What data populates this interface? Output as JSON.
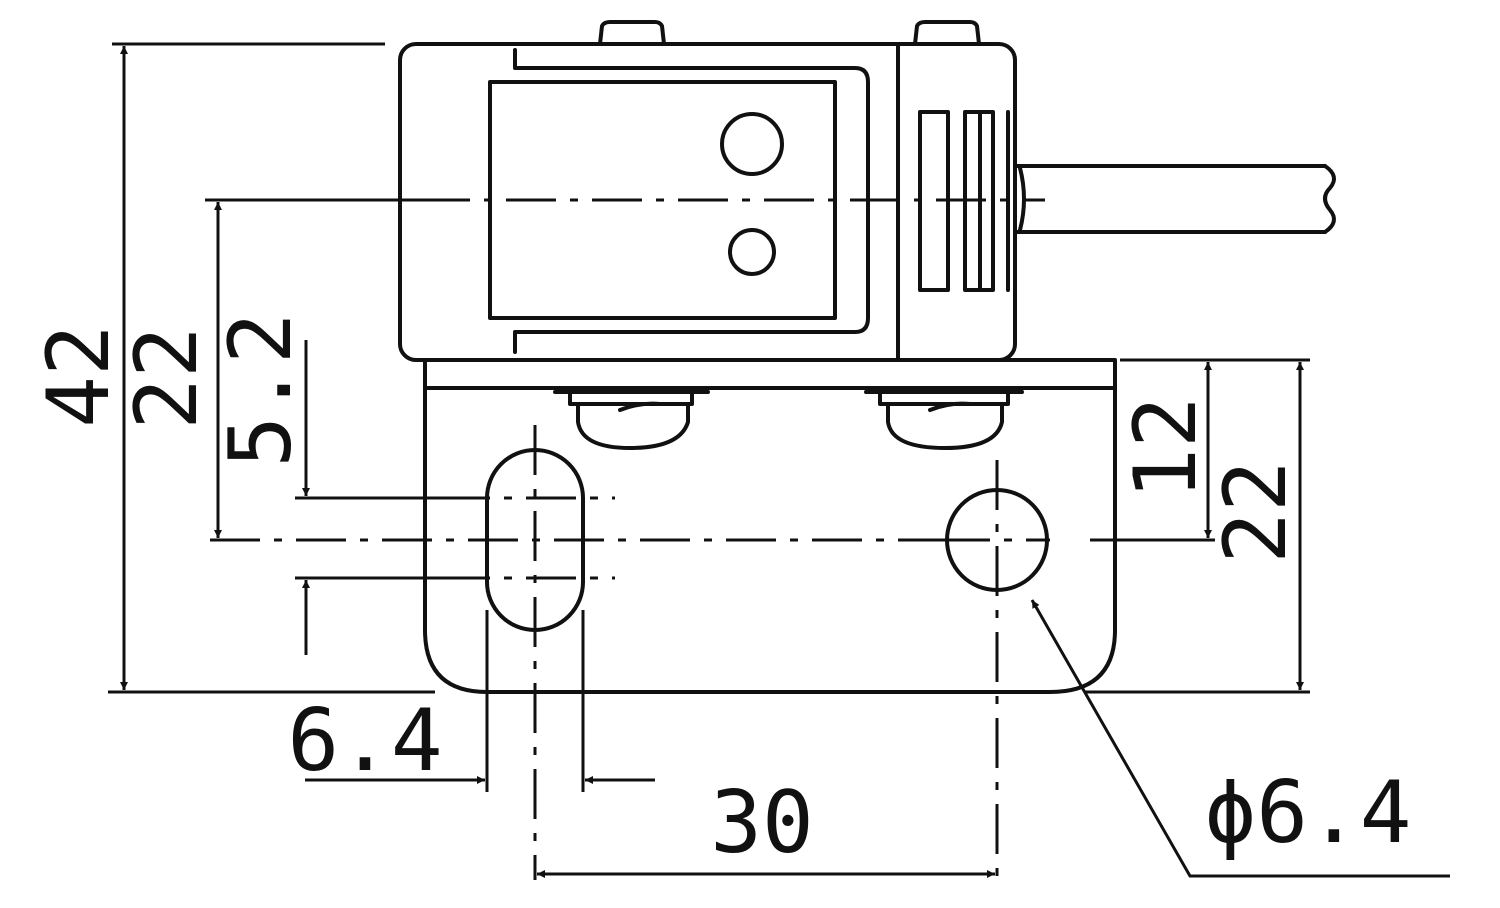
{
  "dimensions": {
    "overall_height": "42",
    "body_offset": "22",
    "slot_width_vertical": "5.2",
    "slot_width_horizontal": "6.4",
    "hole_spacing": "30",
    "hole_diameter": "ϕ6.4",
    "bracket_offset": "12",
    "bracket_height": "22"
  }
}
